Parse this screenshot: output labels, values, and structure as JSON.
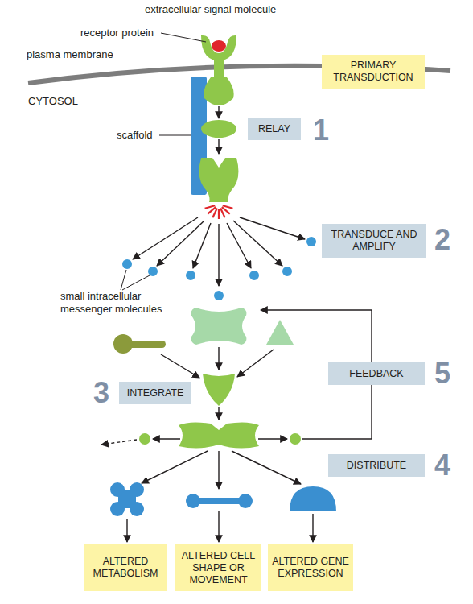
{
  "diagram": {
    "nodes": [
      {
        "text": [
          "PRIMARY TRANSDUCTION"
        ]
      },
      {
        "text": [
          "RELAY"
        ]
      },
      {
        "text": [
          "TRANSDUCE AND AMPLIFY"
        ]
      },
      {
        "text": [
          "INTEGRATE"
        ]
      },
      {
        "text": [
          "FEEDBACK"
        ]
      },
      {
        "text": [
          "DISTRIBUTE"
        ]
      },
      {
        "text": [
          "ALTERED METABOLISM"
        ]
      },
      {
        "text": [
          "ALTERED CELL SHAPE OR MOVEMENT"
        ]
      },
      {
        "text": [
          "ALTERED GENE EXPRESSION"
        ]
      }
    ],
    "labels": [
      "extracellular signal molecule",
      "receptor protein",
      "plasma membrane",
      "CYTOSOL",
      "scaffold",
      "1",
      "2",
      "small intracellular messenger molecules",
      "3",
      "5",
      "4"
    ]
  }
}
